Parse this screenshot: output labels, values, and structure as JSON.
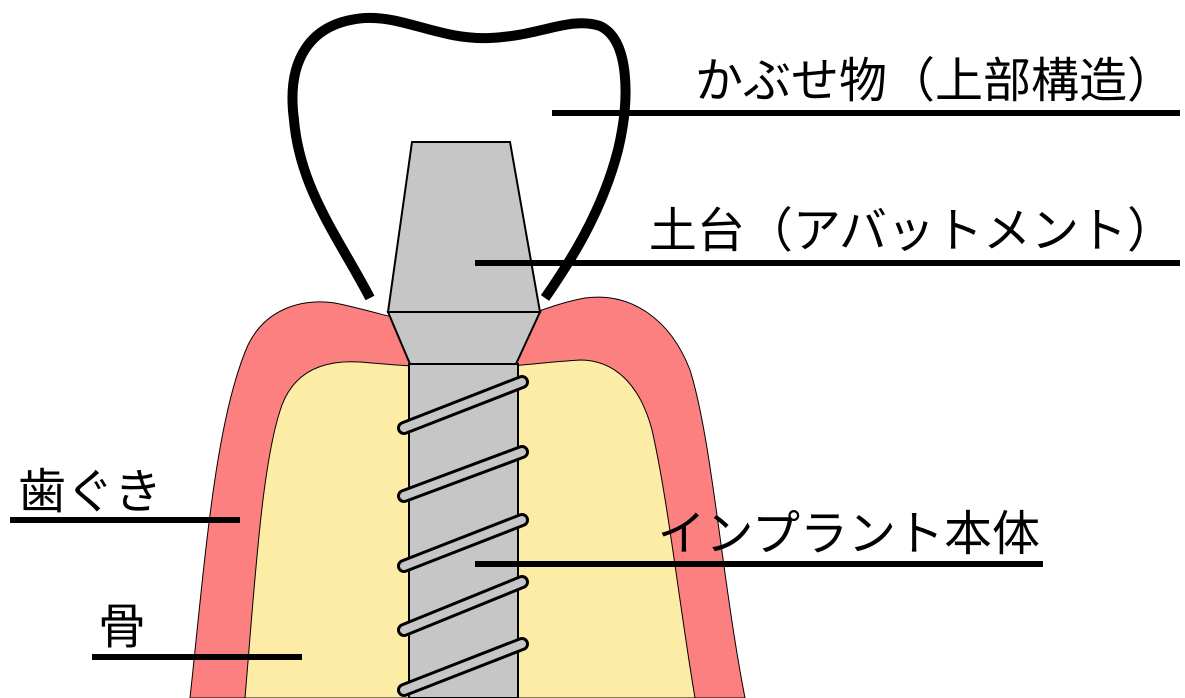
{
  "labels": {
    "crown": "かぶせ物（上部構造）",
    "abutment": "土台（アバットメント）",
    "gum": "歯ぐき",
    "implant_body": "インプラント本体",
    "bone": "骨"
  },
  "colors": {
    "gum": "#fd8080",
    "bone": "#fdeca6",
    "metal": "#c6c6c6",
    "outline": "#000000",
    "crown_fill": "#ffffff"
  }
}
